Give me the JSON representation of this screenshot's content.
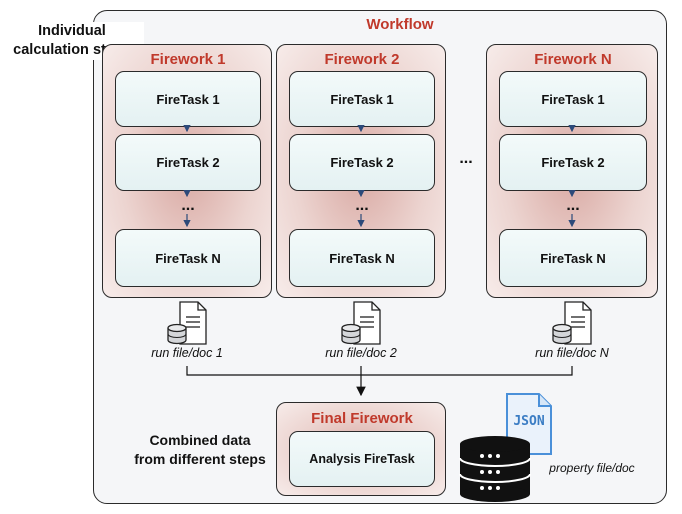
{
  "side_label": {
    "line1": "Individual",
    "line2": "calculation steps"
  },
  "workflow": {
    "title": "Workflow"
  },
  "fireworks": [
    {
      "title": "Firework 1",
      "tasks": [
        "FireTask 1",
        "FireTask 2",
        "FireTask N"
      ],
      "ellipsis": "...",
      "output": "run file/doc 1"
    },
    {
      "title": "Firework 2",
      "tasks": [
        "FireTask 1",
        "FireTask 2",
        "FireTask N"
      ],
      "ellipsis": "...",
      "output": "run file/doc 2"
    },
    {
      "title": "Firework N",
      "tasks": [
        "FireTask 1",
        "FireTask 2",
        "FireTask N"
      ],
      "ellipsis": "...",
      "output": "run file/doc N"
    }
  ],
  "between_ellipsis": "...",
  "final_firework": {
    "title": "Final Firework",
    "task": "Analysis FireTask"
  },
  "combined_label": {
    "line1": "Combined data",
    "line2": "from different steps"
  },
  "property": {
    "badge": "JSON",
    "caption": "property file/doc"
  },
  "colors": {
    "accent": "#c0392b",
    "arrow": "#2c4a7a"
  },
  "icons": [
    "document-database-icon",
    "json-file-icon",
    "database-stack-icon"
  ]
}
